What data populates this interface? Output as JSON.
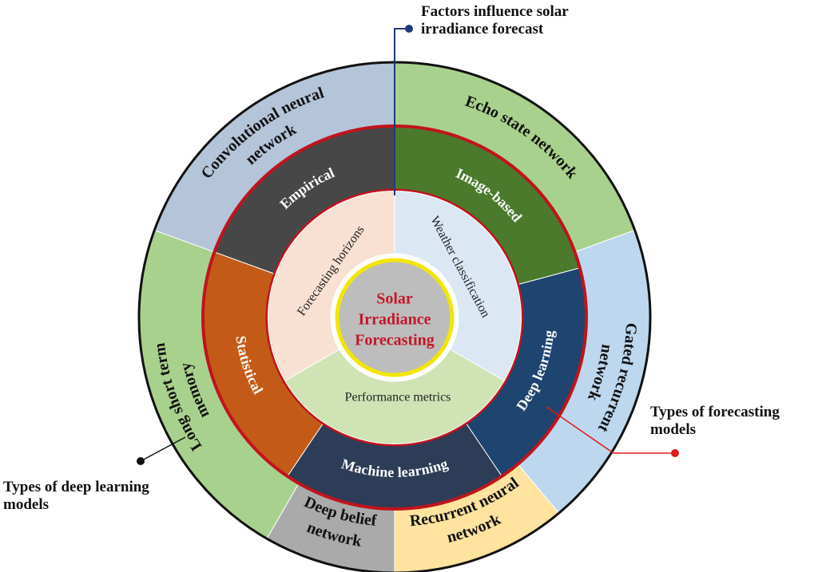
{
  "center": {
    "lines": [
      "Solar",
      "Irradiance",
      "Forecasting"
    ],
    "text_color": "#c0182a",
    "ring_color": "#f2e600",
    "fill": "#bdbdbd"
  },
  "inner_ring": [
    {
      "label": "Weather classification",
      "color": "#dbe8f4"
    },
    {
      "label": "Performance metrics",
      "color": "#cfe3b4"
    },
    {
      "label": "Forecasting horizons",
      "color": "#f8e1d2"
    }
  ],
  "middle_ring": [
    {
      "label": "Image-based",
      "color": "#4b7a2d"
    },
    {
      "label": "Deep learning",
      "color": "#1e4470"
    },
    {
      "label": "Machine learning",
      "color": "#2d3c57"
    },
    {
      "label": "Statistical",
      "color": "#c45a17"
    },
    {
      "label": "Empirical",
      "color": "#474747"
    }
  ],
  "outer_ring": [
    {
      "label": "Echo state network",
      "color": "#a9d18e"
    },
    {
      "label": "Gated recurrent network",
      "color": "#bdd7ee"
    },
    {
      "label": "Recurrent neural network",
      "color": "#ffe39e"
    },
    {
      "label": "Deep belief network",
      "color": "#aaaaaa"
    },
    {
      "label": "Long short term memory",
      "color": "#a9d18e"
    },
    {
      "label": "Convolutional neural network",
      "color": "#b4c4d9"
    }
  ],
  "callouts": {
    "top": {
      "lines": [
        "Factors influence solar",
        "irradiance forecast"
      ],
      "dot_color": "#1f3a7a"
    },
    "right": {
      "lines": [
        "Types of forecasting",
        "models"
      ],
      "dot_color": "#e01b1b"
    },
    "left": {
      "lines": [
        "Types of deep learning",
        "models"
      ],
      "dot_color": "#111111"
    }
  },
  "colors": {
    "divider_red": "#c0141c",
    "outer_border": "#111111"
  }
}
